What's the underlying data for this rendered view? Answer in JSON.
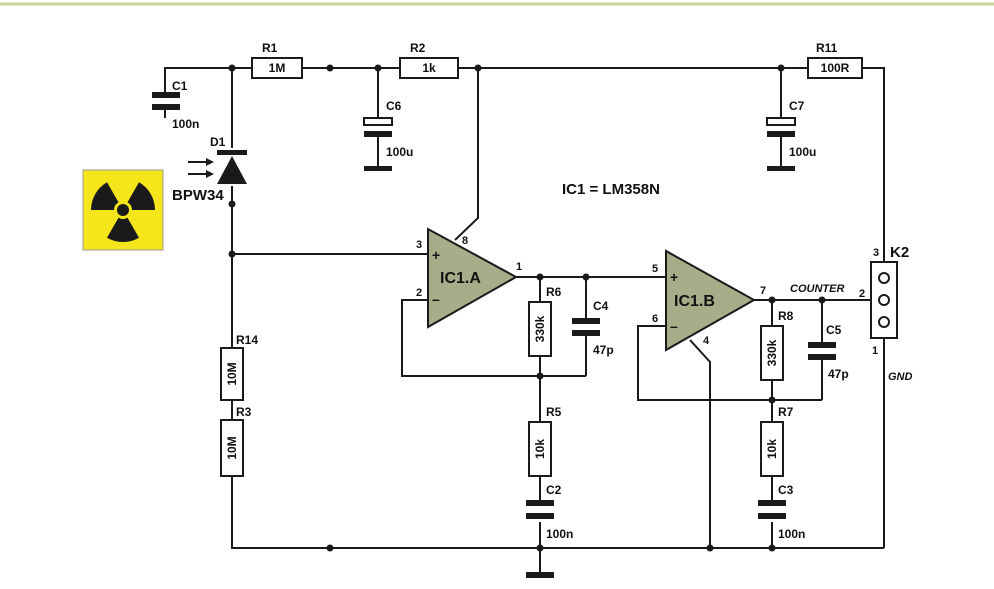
{
  "colors": {
    "top_border": "#c8d4a0",
    "opamp_fill": "#a5ae88",
    "radiation_bg": "#f5e51b",
    "wire": "#1a1a1a"
  },
  "ic_note": "IC1 = LM358N",
  "components": {
    "R1": {
      "ref": "R1",
      "value": "1M"
    },
    "R2": {
      "ref": "R2",
      "value": "1k"
    },
    "R11": {
      "ref": "R11",
      "value": "100R"
    },
    "R14": {
      "ref": "R14",
      "value": "10M"
    },
    "R3": {
      "ref": "R3",
      "value": "10M"
    },
    "R6": {
      "ref": "R6",
      "value": "330k"
    },
    "R5": {
      "ref": "R5",
      "value": "10k"
    },
    "R8": {
      "ref": "R8",
      "value": "330k"
    },
    "R7": {
      "ref": "R7",
      "value": "10k"
    },
    "C1": {
      "ref": "C1",
      "value": "100n"
    },
    "C6": {
      "ref": "C6",
      "value": "100u"
    },
    "C7": {
      "ref": "C7",
      "value": "100u"
    },
    "C4": {
      "ref": "C4",
      "value": "47p"
    },
    "C5": {
      "ref": "C5",
      "value": "47p"
    },
    "C2": {
      "ref": "C2",
      "value": "100n"
    },
    "C3": {
      "ref": "C3",
      "value": "100n"
    },
    "D1": {
      "ref": "D1",
      "value": "BPW34"
    }
  },
  "opamps": {
    "a": {
      "label": "IC1.A",
      "plus": "+",
      "minus": "–",
      "pin_plus": "3",
      "pin_minus": "2",
      "pin_out": "1",
      "pin_supply": "8"
    },
    "b": {
      "label": "IC1.B",
      "plus": "+",
      "minus": "–",
      "pin_plus": "5",
      "pin_minus": "6",
      "pin_out": "7",
      "pin_supply": "4"
    }
  },
  "connector": {
    "ref": "K2",
    "pin3": "3",
    "pin2": "2",
    "pin1": "1",
    "counter_label": "COUNTER",
    "gnd_label": "GND"
  },
  "icons": {
    "radiation": "radiation-trefoil-icon",
    "light": "light-arrows-icon",
    "ground": "ground-icon"
  }
}
